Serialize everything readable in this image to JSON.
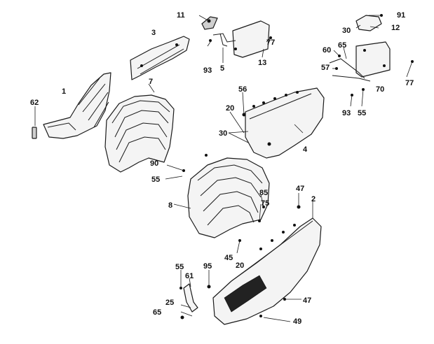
{
  "diagram": {
    "labels": [
      {
        "id": "11",
        "text": "11"
      },
      {
        "id": "3",
        "text": "3"
      },
      {
        "id": "77a",
        "text": "77"
      },
      {
        "id": "93a",
        "text": "93"
      },
      {
        "id": "5",
        "text": "5"
      },
      {
        "id": "13",
        "text": "13"
      },
      {
        "id": "91",
        "text": "91"
      },
      {
        "id": "30a",
        "text": "30"
      },
      {
        "id": "12",
        "text": "12"
      },
      {
        "id": "60",
        "text": "60"
      },
      {
        "id": "65a",
        "text": "65"
      },
      {
        "id": "57",
        "text": "57"
      },
      {
        "id": "70",
        "text": "70"
      },
      {
        "id": "77b",
        "text": "77"
      },
      {
        "id": "93b",
        "text": "93"
      },
      {
        "id": "55a",
        "text": "55"
      },
      {
        "id": "62",
        "text": "62"
      },
      {
        "id": "1",
        "text": "1"
      },
      {
        "id": "7",
        "text": "7"
      },
      {
        "id": "56",
        "text": "56"
      },
      {
        "id": "20a",
        "text": "20"
      },
      {
        "id": "30b",
        "text": "30"
      },
      {
        "id": "4",
        "text": "4"
      },
      {
        "id": "90",
        "text": "90"
      },
      {
        "id": "55b",
        "text": "55"
      },
      {
        "id": "8",
        "text": "8"
      },
      {
        "id": "85",
        "text": "85"
      },
      {
        "id": "47a",
        "text": "47"
      },
      {
        "id": "75",
        "text": "75"
      },
      {
        "id": "2",
        "text": "2"
      },
      {
        "id": "45",
        "text": "45"
      },
      {
        "id": "20b",
        "text": "20"
      },
      {
        "id": "55c",
        "text": "55"
      },
      {
        "id": "95",
        "text": "95"
      },
      {
        "id": "61",
        "text": "61"
      },
      {
        "id": "25",
        "text": "25"
      },
      {
        "id": "65b",
        "text": "65"
      },
      {
        "id": "47b",
        "text": "47"
      },
      {
        "id": "49",
        "text": "49"
      }
    ]
  }
}
